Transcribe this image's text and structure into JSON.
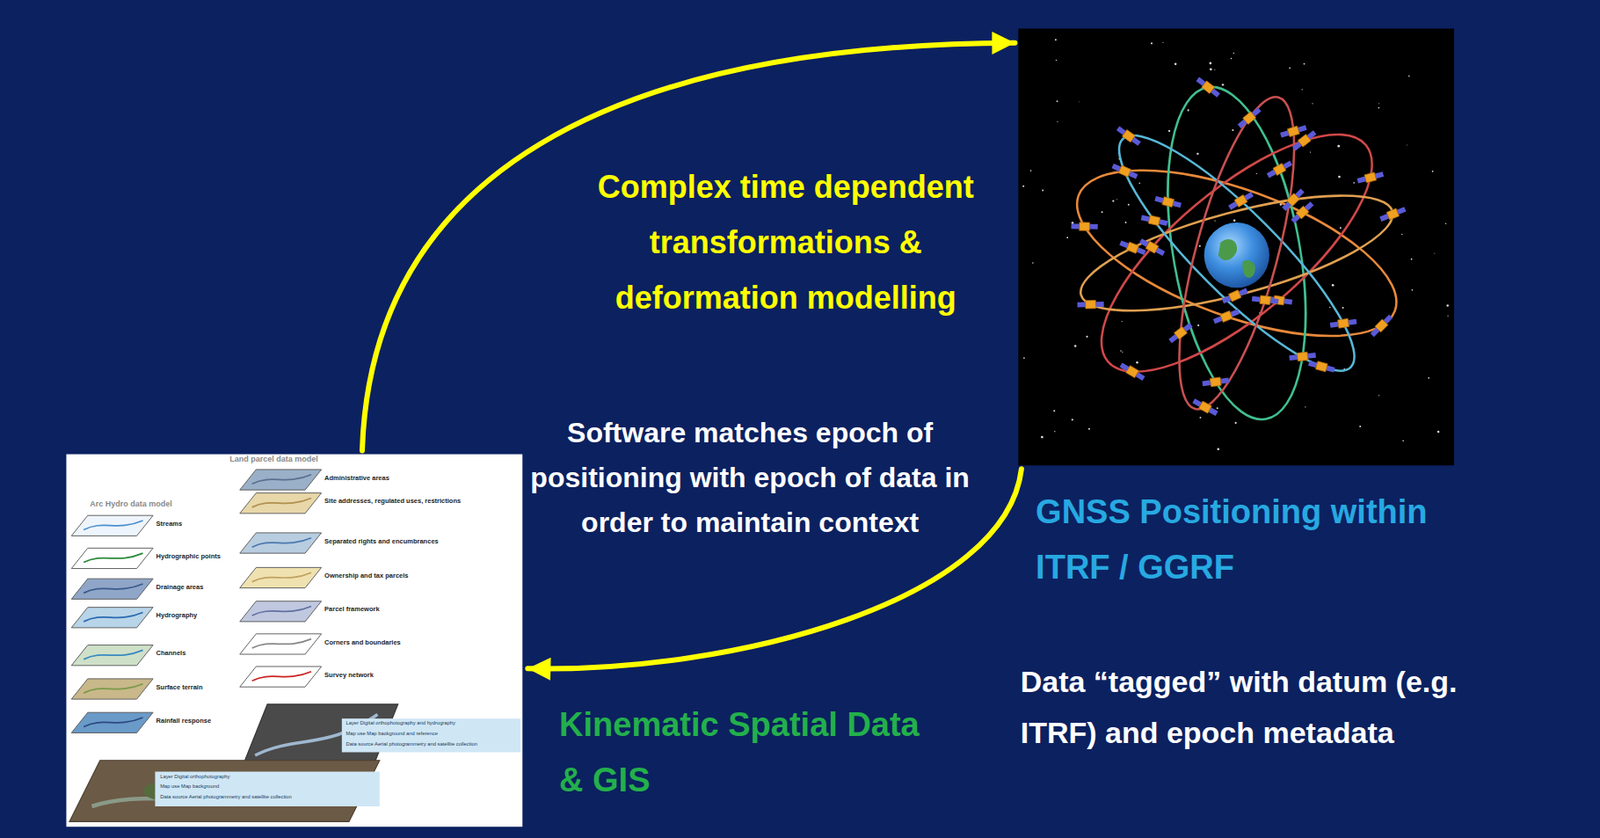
{
  "diagram": {
    "nodes": [
      {
        "text": [
          "GNSS Positioning within ITRF / GGRF"
        ]
      },
      {
        "text": [
          "Kinematic Spatial Data & GIS"
        ]
      }
    ],
    "edges": [
      {
        "from": 1,
        "to": 0,
        "arrow": "to"
      },
      {
        "from": 0,
        "to": 1,
        "arrow": "to"
      }
    ],
    "labels": [
      "Complex time dependent transformations & deformation modelling",
      "Software matches epoch of positioning with epoch of data in order to maintain context",
      "Data “tagged” with datum (e.g. ITRF) and epoch metadata",
      "Land parcel data model",
      "Arc Hydro data model",
      "Administrative areas",
      "Site addresses, regulated uses, restrictions",
      "Separated rights and encumbrances",
      "Ownership and tax parcels",
      "Parcel framework",
      "Corners and boundaries",
      "Survey network",
      "Streams",
      "Hydrographic points",
      "Drainage areas",
      "Hydrography",
      "Channels",
      "Surface terrain",
      "Rainfall response",
      "Layer Digital orthophotography and hydrography",
      "Map use Map background and reference",
      "Data source Aerial photogrammetry and satellite collection",
      "Layer Digital orthophotography",
      "Map use Map background",
      "Data source Aerial photogrammetry and satellite collection"
    ]
  }
}
